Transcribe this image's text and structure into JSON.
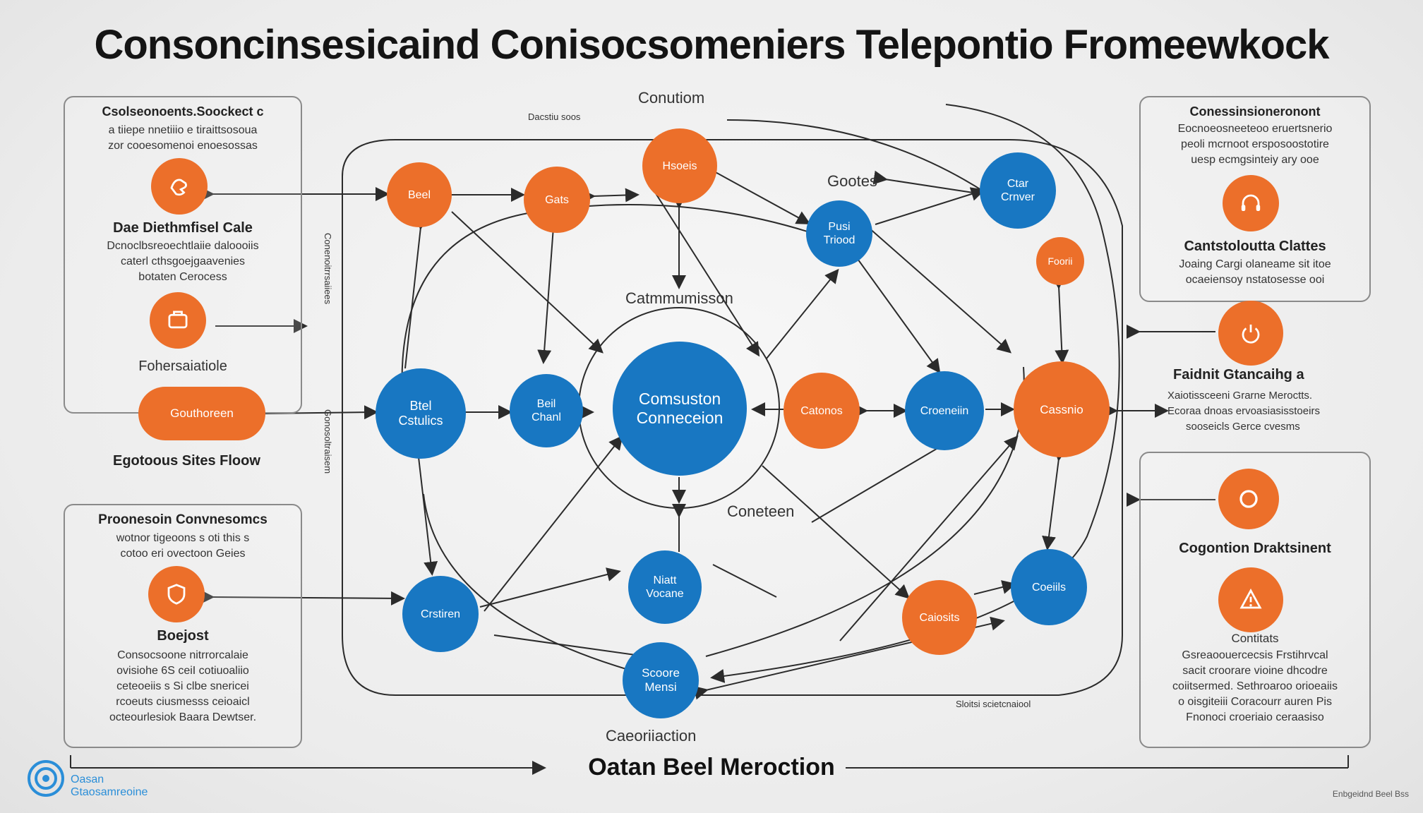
{
  "title": "Consoncinsesicaind Conisocsomeniers Telepontio Fromeewkock",
  "footer": "Oatan Beel Meroction",
  "logo_text": [
    "Oasan",
    "Gtaosamreoine"
  ],
  "corner_text": "Enbgeidnd Beel Bss",
  "left_panel_top": {
    "heading": "Csolseonoents.Soockect c",
    "lines": [
      "a tiiepe nnetiiio e tiraittsosoua",
      "zor cooesomenoi enoesossas"
    ],
    "icon_caption": "Dae Diethmfisel Cale",
    "caption_lines": [
      "Dcnoclbsreoechtlaiie daloooiis",
      "caterl cthsgoejgaavenies",
      "botaten Cerocess"
    ],
    "icon2_caption": "Fohersaiatiole"
  },
  "left_pill": {
    "label": "Gouthoreen",
    "caption": "Egotoous Sites Floow"
  },
  "left_panel_bottom": {
    "heading": "Proonesoin Convnesomcs",
    "lines": [
      "wotnor tigeoons s oti this s",
      "cotoo eri ovectoon Geies"
    ],
    "icon_caption": "Boejost",
    "caption_lines": [
      "Consocsoone nitrrorcalaie",
      "ovisiohe 6S ceiI cotiuoaliio",
      "ceteoeiis s Si clbe snericei",
      "rcoeuts ciusmesss ceioaicl",
      "octeourlesiok Baara Dewtser."
    ]
  },
  "right_panel_top": {
    "heading": "Conessinsioneronont",
    "lines": [
      "Eocnoeosneeteoo eruertsnerio",
      "peoli mcrnoot ersposoostotire",
      "uesp ecmgsinteiy ary ooe"
    ],
    "icon_caption": "Cantstoloutta Clattes",
    "caption_lines": [
      "Joaing Cargi olaneame sit itoe",
      "ocaeiensoy nstatosesse ooi"
    ]
  },
  "right_mid": {
    "caption": "Faidnit Gtancaihg a",
    "lines": [
      "Xaiotissceeni Grarne Meroctts.",
      "Ecoraa dnoas ervoasiasisstoeirs",
      "sooseicls Gerce cvesms"
    ]
  },
  "right_panel_bottom": {
    "caption": "Cogontion Draktsinent",
    "sub": "Contitats",
    "lines": [
      "Gsreaoouercecsis Frstihrvcal",
      "sacit croorare vioine dhcodre",
      "coiitsermed. Sethroaroo orioeaiis",
      "o oisgiteiii Coracourr auren Pis",
      "Fnonoci croeriaio ceraasiso"
    ]
  },
  "diagram_labels": {
    "top": "Conutiom",
    "top_small": "Dacstiu soos",
    "gootes": "Gootes",
    "center_ring": "Catmmumisson",
    "conetcen": "Coneteen",
    "bottom": "Caeoriiaction",
    "bottom_small": "Sloitsi scietcnaiool",
    "vertical_1": "Conenoitrrsaiiees",
    "vertical_2": "Gonosoltraisem"
  },
  "nodes": {
    "beel_top": "Beel",
    "gats": "Gats",
    "hsoeis": "Hsoeis",
    "pusi_triood": [
      "Pusi",
      "Triood"
    ],
    "ctar_crnver": [
      "Ctar",
      "Crnver"
    ],
    "foorii": "Foorii",
    "beel_cstuiics": [
      "Btel",
      "Cstulics"
    ],
    "beil_chan": [
      "Beil",
      "Chanl"
    ],
    "center": [
      "Comsuston",
      "Conneceion"
    ],
    "catonos": "Catonos",
    "croeneiin": "Croeneiin",
    "cassnio": "Cassnio",
    "crstiren": "Crstiren",
    "niatt_vocane": [
      "Niatt",
      "Vocane"
    ],
    "scoore_mensi": [
      "Scoore",
      "Mensi"
    ],
    "caiosits": "Caiosits",
    "coeiils": "Coeiils"
  },
  "colors": {
    "blue": "#1877c2",
    "orange": "#ec6f2a",
    "line": "#2b2b2b"
  },
  "icons": [
    "hand-icon",
    "briefcase-icon",
    "shield-icon",
    "headset-icon",
    "power-icon",
    "ring-icon",
    "warning-icon"
  ]
}
